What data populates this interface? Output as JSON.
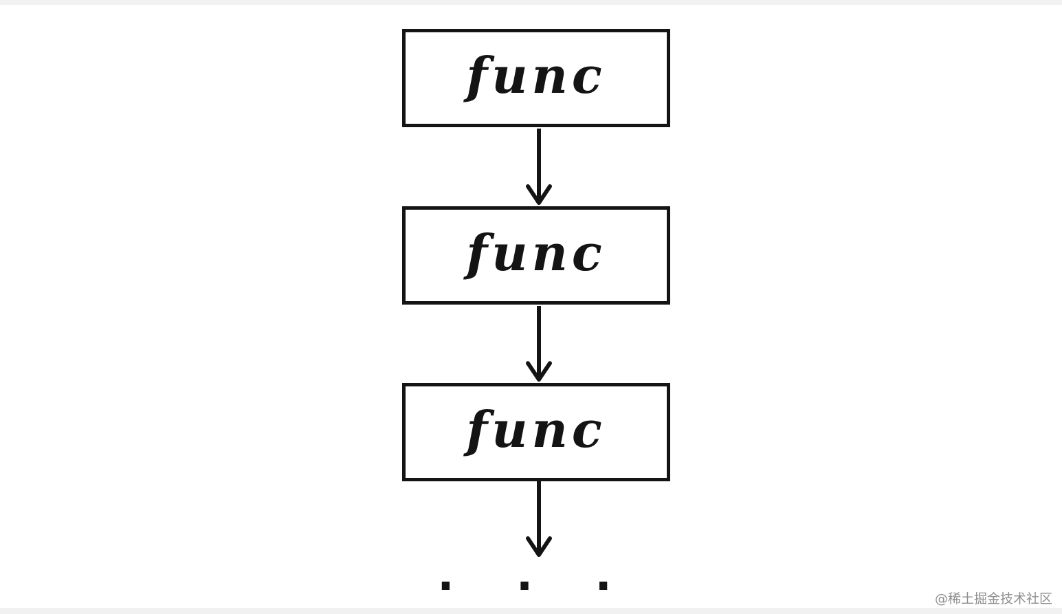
{
  "diagram": {
    "type": "flow",
    "direction": "top-to-bottom",
    "nodes": [
      {
        "label": "func"
      },
      {
        "label": "func"
      },
      {
        "label": "func"
      }
    ],
    "connectors": [
      {
        "from": 0,
        "to": 1,
        "style": "arrow-down"
      },
      {
        "from": 1,
        "to": 2,
        "style": "arrow-down"
      },
      {
        "from": 2,
        "to": "ellipsis",
        "style": "arrow-down"
      }
    ],
    "ellipsis": ". . .",
    "stroke_color": "#141414",
    "background_color": "#ffffff"
  },
  "watermark": {
    "text": "@稀土掘金技术社区",
    "color": "#8e8e8e"
  }
}
